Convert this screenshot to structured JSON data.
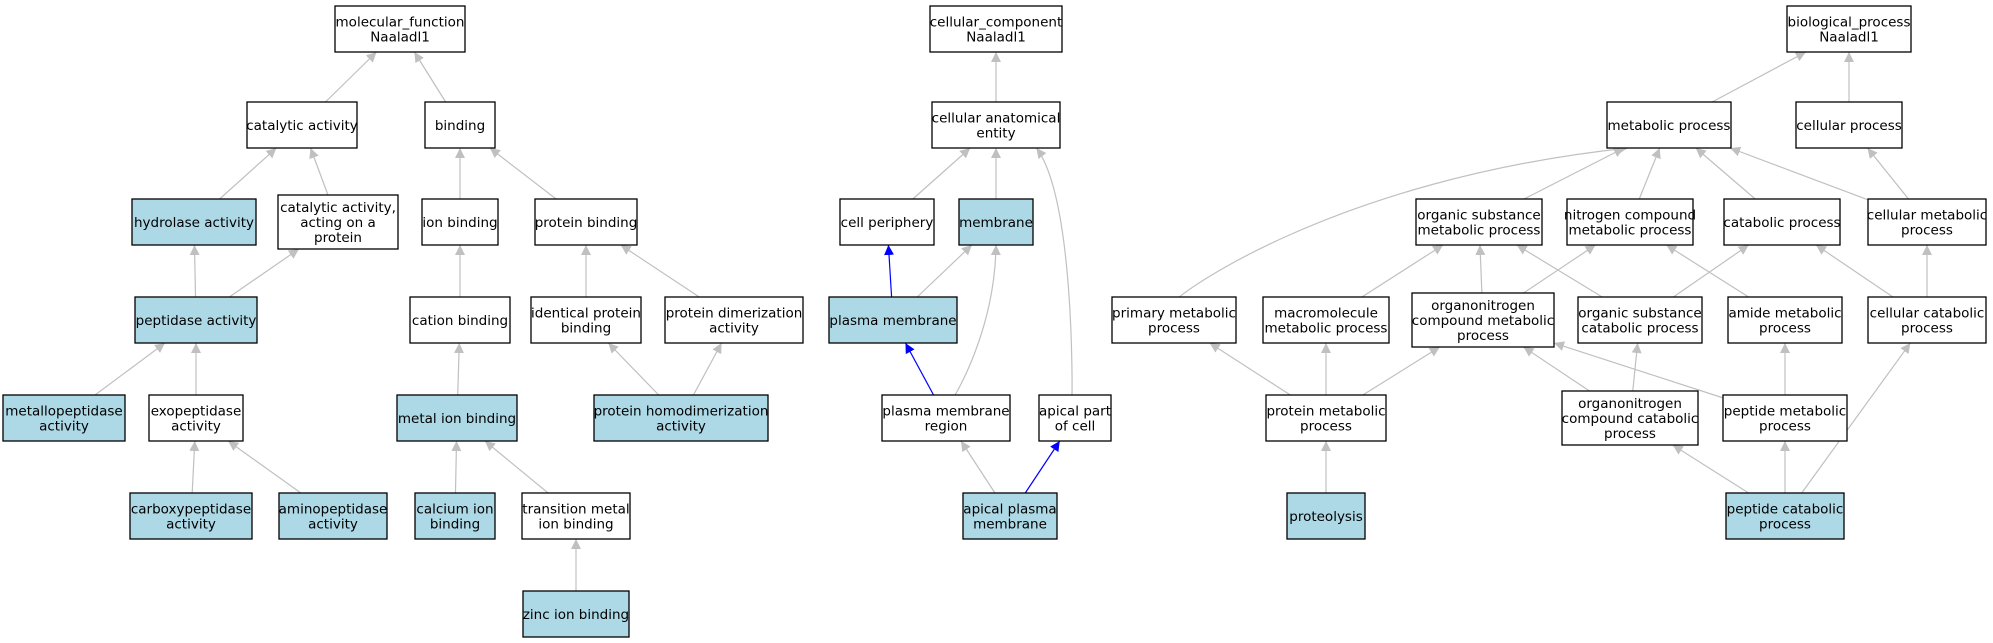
{
  "colors": {
    "highlight_fill": "#add8e6",
    "plain_fill": "#ffffff",
    "edge_default": "#c0c0c0",
    "edge_emphasis": "#0000ff",
    "border": "#000000"
  },
  "graphs": [
    {
      "root": "molecular_function",
      "nodes": [
        {
          "id": "mf_root",
          "lines": [
            "molecular_function",
            "Naaladl1"
          ],
          "highlight": false
        },
        {
          "id": "mf_catalytic",
          "lines": [
            "catalytic activity"
          ],
          "highlight": false
        },
        {
          "id": "mf_binding",
          "lines": [
            "binding"
          ],
          "highlight": false
        },
        {
          "id": "mf_hydrolase",
          "lines": [
            "hydrolase activity"
          ],
          "highlight": true
        },
        {
          "id": "mf_cat_protein",
          "lines": [
            "catalytic activity,",
            "acting on a",
            "protein"
          ],
          "highlight": false
        },
        {
          "id": "mf_ion_binding",
          "lines": [
            "ion binding"
          ],
          "highlight": false
        },
        {
          "id": "mf_protein_binding",
          "lines": [
            "protein binding"
          ],
          "highlight": false
        },
        {
          "id": "mf_peptidase",
          "lines": [
            "peptidase activity"
          ],
          "highlight": true
        },
        {
          "id": "mf_cation",
          "lines": [
            "cation binding"
          ],
          "highlight": false
        },
        {
          "id": "mf_identical",
          "lines": [
            "identical protein",
            "binding"
          ],
          "highlight": false
        },
        {
          "id": "mf_dimer",
          "lines": [
            "protein dimerization",
            "activity"
          ],
          "highlight": false
        },
        {
          "id": "mf_metallo",
          "lines": [
            "metallopeptidase",
            "activity"
          ],
          "highlight": true
        },
        {
          "id": "mf_exo",
          "lines": [
            "exopeptidase",
            "activity"
          ],
          "highlight": false
        },
        {
          "id": "mf_metal_ion",
          "lines": [
            "metal ion binding"
          ],
          "highlight": true
        },
        {
          "id": "mf_homodimer",
          "lines": [
            "protein homodimerization",
            "activity"
          ],
          "highlight": true
        },
        {
          "id": "mf_carboxy",
          "lines": [
            "carboxypeptidase",
            "activity"
          ],
          "highlight": true
        },
        {
          "id": "mf_amino",
          "lines": [
            "aminopeptidase",
            "activity"
          ],
          "highlight": true
        },
        {
          "id": "mf_calcium",
          "lines": [
            "calcium ion",
            "binding"
          ],
          "highlight": true
        },
        {
          "id": "mf_transition",
          "lines": [
            "transition metal",
            "ion binding"
          ],
          "highlight": false
        },
        {
          "id": "mf_zinc",
          "lines": [
            "zinc ion binding"
          ],
          "highlight": true
        }
      ],
      "edges": [
        {
          "from": "mf_catalytic",
          "to": "mf_root",
          "emphasis": false
        },
        {
          "from": "mf_binding",
          "to": "mf_root",
          "emphasis": false
        },
        {
          "from": "mf_hydrolase",
          "to": "mf_catalytic",
          "emphasis": false
        },
        {
          "from": "mf_cat_protein",
          "to": "mf_catalytic",
          "emphasis": false
        },
        {
          "from": "mf_ion_binding",
          "to": "mf_binding",
          "emphasis": false
        },
        {
          "from": "mf_protein_binding",
          "to": "mf_binding",
          "emphasis": false
        },
        {
          "from": "mf_peptidase",
          "to": "mf_hydrolase",
          "emphasis": false
        },
        {
          "from": "mf_peptidase",
          "to": "mf_cat_protein",
          "emphasis": false
        },
        {
          "from": "mf_cation",
          "to": "mf_ion_binding",
          "emphasis": false
        },
        {
          "from": "mf_identical",
          "to": "mf_protein_binding",
          "emphasis": false
        },
        {
          "from": "mf_dimer",
          "to": "mf_protein_binding",
          "emphasis": false
        },
        {
          "from": "mf_metallo",
          "to": "mf_peptidase",
          "emphasis": false
        },
        {
          "from": "mf_exo",
          "to": "mf_peptidase",
          "emphasis": false
        },
        {
          "from": "mf_metal_ion",
          "to": "mf_cation",
          "emphasis": false
        },
        {
          "from": "mf_homodimer",
          "to": "mf_identical",
          "emphasis": false
        },
        {
          "from": "mf_homodimer",
          "to": "mf_dimer",
          "emphasis": false
        },
        {
          "from": "mf_carboxy",
          "to": "mf_exo",
          "emphasis": false
        },
        {
          "from": "mf_amino",
          "to": "mf_exo",
          "emphasis": false
        },
        {
          "from": "mf_calcium",
          "to": "mf_metal_ion",
          "emphasis": false
        },
        {
          "from": "mf_transition",
          "to": "mf_metal_ion",
          "emphasis": false
        },
        {
          "from": "mf_zinc",
          "to": "mf_transition",
          "emphasis": false
        }
      ]
    },
    {
      "root": "cellular_component",
      "nodes": [
        {
          "id": "cc_root",
          "lines": [
            "cellular_component",
            "Naaladl1"
          ],
          "highlight": false
        },
        {
          "id": "cc_entity",
          "lines": [
            "cellular anatomical",
            "entity"
          ],
          "highlight": false
        },
        {
          "id": "cc_periphery",
          "lines": [
            "cell periphery"
          ],
          "highlight": false
        },
        {
          "id": "cc_membrane",
          "lines": [
            "membrane"
          ],
          "highlight": true
        },
        {
          "id": "cc_plasma",
          "lines": [
            "plasma membrane"
          ],
          "highlight": true
        },
        {
          "id": "cc_pm_region",
          "lines": [
            "plasma membrane",
            "region"
          ],
          "highlight": false
        },
        {
          "id": "cc_apical_part",
          "lines": [
            "apical part",
            "of cell"
          ],
          "highlight": false
        },
        {
          "id": "cc_apical_pm",
          "lines": [
            "apical plasma",
            "membrane"
          ],
          "highlight": true
        }
      ],
      "edges": [
        {
          "from": "cc_entity",
          "to": "cc_root",
          "emphasis": false
        },
        {
          "from": "cc_periphery",
          "to": "cc_entity",
          "emphasis": false
        },
        {
          "from": "cc_membrane",
          "to": "cc_entity",
          "emphasis": false
        },
        {
          "from": "cc_apical_part",
          "to": "cc_entity",
          "emphasis": false
        },
        {
          "from": "cc_plasma",
          "to": "cc_periphery",
          "emphasis": true
        },
        {
          "from": "cc_plasma",
          "to": "cc_membrane",
          "emphasis": false
        },
        {
          "from": "cc_pm_region",
          "to": "cc_plasma",
          "emphasis": true
        },
        {
          "from": "cc_pm_region",
          "to": "cc_membrane",
          "emphasis": false
        },
        {
          "from": "cc_apical_pm",
          "to": "cc_pm_region",
          "emphasis": false
        },
        {
          "from": "cc_apical_pm",
          "to": "cc_apical_part",
          "emphasis": true
        }
      ]
    },
    {
      "root": "biological_process",
      "nodes": [
        {
          "id": "bp_root",
          "lines": [
            "biological_process",
            "Naaladl1"
          ],
          "highlight": false
        },
        {
          "id": "bp_metabolic",
          "lines": [
            "metabolic process"
          ],
          "highlight": false
        },
        {
          "id": "bp_cellular",
          "lines": [
            "cellular process"
          ],
          "highlight": false
        },
        {
          "id": "bp_organic_sub",
          "lines": [
            "organic substance",
            "metabolic process"
          ],
          "highlight": false
        },
        {
          "id": "bp_nitrogen",
          "lines": [
            "nitrogen compound",
            "metabolic process"
          ],
          "highlight": false
        },
        {
          "id": "bp_catabolic",
          "lines": [
            "catabolic process"
          ],
          "highlight": false
        },
        {
          "id": "bp_cell_metabolic",
          "lines": [
            "cellular metabolic",
            "process"
          ],
          "highlight": false
        },
        {
          "id": "bp_primary",
          "lines": [
            "primary metabolic",
            "process"
          ],
          "highlight": false
        },
        {
          "id": "bp_macromolecule",
          "lines": [
            "macromolecule",
            "metabolic process"
          ],
          "highlight": false
        },
        {
          "id": "bp_organonitrogen",
          "lines": [
            "organonitrogen",
            "compound metabolic",
            "process"
          ],
          "highlight": false
        },
        {
          "id": "bp_org_catabolic",
          "lines": [
            "organic substance",
            "catabolic process"
          ],
          "highlight": false
        },
        {
          "id": "bp_amide",
          "lines": [
            "amide metabolic",
            "process"
          ],
          "highlight": false
        },
        {
          "id": "bp_cell_catabolic",
          "lines": [
            "cellular catabolic",
            "process"
          ],
          "highlight": false
        },
        {
          "id": "bp_protein_metabolic",
          "lines": [
            "protein metabolic",
            "process"
          ],
          "highlight": false
        },
        {
          "id": "bp_orgn_catabolic",
          "lines": [
            "organonitrogen",
            "compound catabolic",
            "process"
          ],
          "highlight": false
        },
        {
          "id": "bp_peptide_metabolic",
          "lines": [
            "peptide metabolic",
            "process"
          ],
          "highlight": false
        },
        {
          "id": "bp_proteolysis",
          "lines": [
            "proteolysis"
          ],
          "highlight": true
        },
        {
          "id": "bp_peptide_catabolic",
          "lines": [
            "peptide catabolic",
            "process"
          ],
          "highlight": true
        }
      ],
      "edges": [
        {
          "from": "bp_metabolic",
          "to": "bp_root",
          "emphasis": false
        },
        {
          "from": "bp_cellular",
          "to": "bp_root",
          "emphasis": false
        },
        {
          "from": "bp_primary",
          "to": "bp_metabolic",
          "emphasis": false
        },
        {
          "from": "bp_organic_sub",
          "to": "bp_metabolic",
          "emphasis": false
        },
        {
          "from": "bp_nitrogen",
          "to": "bp_metabolic",
          "emphasis": false
        },
        {
          "from": "bp_catabolic",
          "to": "bp_metabolic",
          "emphasis": false
        },
        {
          "from": "bp_cell_metabolic",
          "to": "bp_metabolic",
          "emphasis": false
        },
        {
          "from": "bp_cell_metabolic",
          "to": "bp_cellular",
          "emphasis": false
        },
        {
          "from": "bp_macromolecule",
          "to": "bp_organic_sub",
          "emphasis": false
        },
        {
          "from": "bp_organonitrogen",
          "to": "bp_organic_sub",
          "emphasis": false
        },
        {
          "from": "bp_organonitrogen",
          "to": "bp_nitrogen",
          "emphasis": false
        },
        {
          "from": "bp_org_catabolic",
          "to": "bp_organic_sub",
          "emphasis": false
        },
        {
          "from": "bp_org_catabolic",
          "to": "bp_catabolic",
          "emphasis": false
        },
        {
          "from": "bp_amide",
          "to": "bp_nitrogen",
          "emphasis": false
        },
        {
          "from": "bp_cell_catabolic",
          "to": "bp_catabolic",
          "emphasis": false
        },
        {
          "from": "bp_cell_catabolic",
          "to": "bp_cell_metabolic",
          "emphasis": false
        },
        {
          "from": "bp_protein_metabolic",
          "to": "bp_primary",
          "emphasis": false
        },
        {
          "from": "bp_protein_metabolic",
          "to": "bp_macromolecule",
          "emphasis": false
        },
        {
          "from": "bp_protein_metabolic",
          "to": "bp_organonitrogen",
          "emphasis": false
        },
        {
          "from": "bp_orgn_catabolic",
          "to": "bp_organonitrogen",
          "emphasis": false
        },
        {
          "from": "bp_orgn_catabolic",
          "to": "bp_org_catabolic",
          "emphasis": false
        },
        {
          "from": "bp_peptide_metabolic",
          "to": "bp_organonitrogen",
          "emphasis": false
        },
        {
          "from": "bp_peptide_metabolic",
          "to": "bp_amide",
          "emphasis": false
        },
        {
          "from": "bp_proteolysis",
          "to": "bp_protein_metabolic",
          "emphasis": false
        },
        {
          "from": "bp_peptide_catabolic",
          "to": "bp_orgn_catabolic",
          "emphasis": false
        },
        {
          "from": "bp_peptide_catabolic",
          "to": "bp_peptide_metabolic",
          "emphasis": false
        },
        {
          "from": "bp_peptide_catabolic",
          "to": "bp_cell_catabolic",
          "emphasis": false
        }
      ]
    }
  ]
}
